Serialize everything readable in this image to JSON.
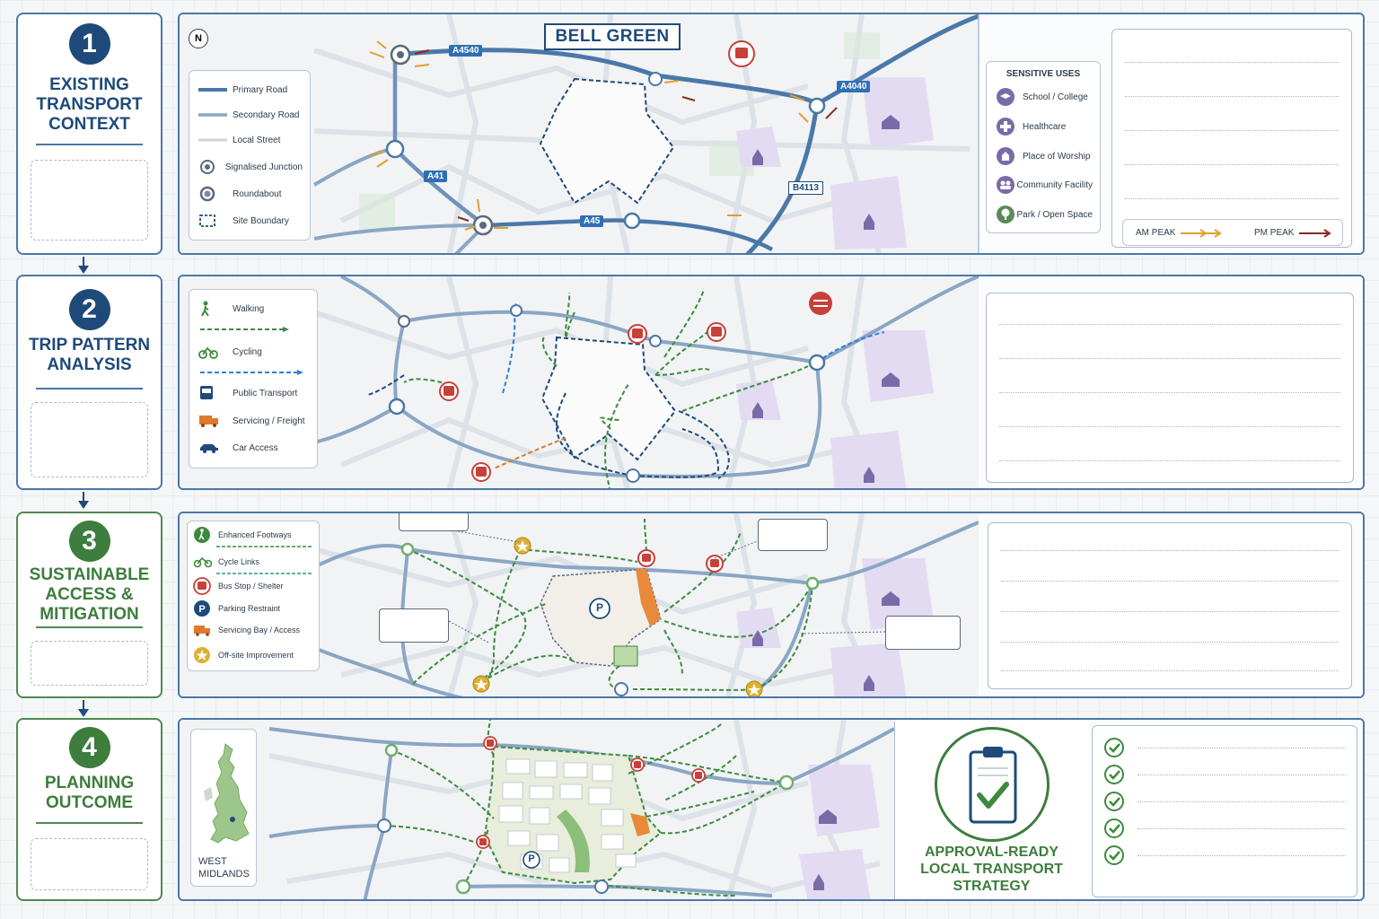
{
  "steps": [
    {
      "number": "1",
      "title_lines": [
        "EXISTING",
        "TRANSPORT",
        "CONTEXT"
      ]
    },
    {
      "number": "2",
      "title_lines": [
        "TRIP PATTERN",
        "ANALYSIS"
      ]
    },
    {
      "number": "3",
      "title_lines": [
        "SUSTAINABLE",
        "ACCESS &",
        "MITIGATION"
      ]
    },
    {
      "number": "4",
      "title_lines": [
        "PLANNING",
        "OUTCOME"
      ]
    }
  ],
  "panel1": {
    "north": "N",
    "place_title": "BELL GREEN",
    "road_labels": {
      "a4540": "A4540",
      "a4040": "A4040",
      "a41": "A41",
      "a45": "A45",
      "b4113": "B4113"
    },
    "legend": [
      "Primary Road",
      "Secondary Road",
      "Local Street",
      "Signalised Junction",
      "Roundabout",
      "Site Boundary"
    ],
    "sensitive_title": "SENSITIVE USES",
    "sensitive": [
      "School / College",
      "Healthcare",
      "Place of Worship",
      "Community Facility",
      "Park / Open Space"
    ],
    "am_peak": "AM PEAK",
    "pm_peak": "PM PEAK"
  },
  "panel2": {
    "legend": [
      "Walking",
      "Cycling",
      "Public Transport",
      "Servicing / Freight",
      "Car Access"
    ]
  },
  "panel3": {
    "legend": [
      "Enhanced Footways",
      "Cycle Links",
      "Bus Stop / Shelter",
      "Parking Restraint",
      "Servicing Bay / Access",
      "Off-site Improvement"
    ],
    "parking_symbol": "P"
  },
  "panel4": {
    "region_line1": "WEST",
    "region_line2": "MIDLANDS",
    "parking_symbol": "P",
    "approval_lines": [
      "APPROVAL-READY",
      "LOCAL TRANSPORT",
      "STRATEGY"
    ]
  },
  "colors": {
    "navy": "#1e4a7a",
    "blue": "#4a78a8",
    "green": "#3d7d3d",
    "walking": "#3d8a3d",
    "cycling": "#2f7fd0",
    "transit": "#1e4a7a",
    "freight": "#e07a2a",
    "bus_red": "#c8403a",
    "purple": "#b4a2d8"
  }
}
